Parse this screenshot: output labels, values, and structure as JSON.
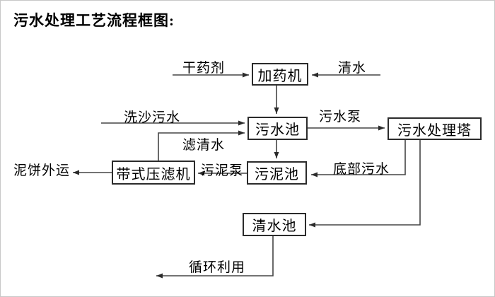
{
  "title": "污水处理工艺流程框图:",
  "diagram": {
    "nodes": [
      {
        "id": "dosing-machine",
        "label": "加药机"
      },
      {
        "id": "sewage-pool",
        "label": "污水池"
      },
      {
        "id": "sewage-treatment-tower",
        "label": "污水处理塔"
      },
      {
        "id": "sludge-pool",
        "label": "污泥池"
      },
      {
        "id": "belt-filter-press",
        "label": "带式压滤机"
      },
      {
        "id": "clean-water-pool",
        "label": "清水池"
      }
    ],
    "flow_labels": [
      {
        "id": "dry-chemical",
        "label": "干药剂"
      },
      {
        "id": "clean-water-in",
        "label": "清水"
      },
      {
        "id": "sand-washing-sewage",
        "label": "洗沙污水"
      },
      {
        "id": "sewage-pump",
        "label": "污水泵"
      },
      {
        "id": "filtered-water",
        "label": "滤清水"
      },
      {
        "id": "sludge-pump",
        "label": "污泥泵"
      },
      {
        "id": "bottom-sewage",
        "label": "底部污水"
      },
      {
        "id": "mud-cake-shipped-out",
        "label": "泥饼外运"
      },
      {
        "id": "recycling-reuse",
        "label": "循环利用"
      }
    ],
    "colors": {
      "line": "#454545",
      "box_border": "#2b2b2b",
      "box_fill": "#ffffff",
      "text": "#000000",
      "background": "#ffffff"
    }
  }
}
